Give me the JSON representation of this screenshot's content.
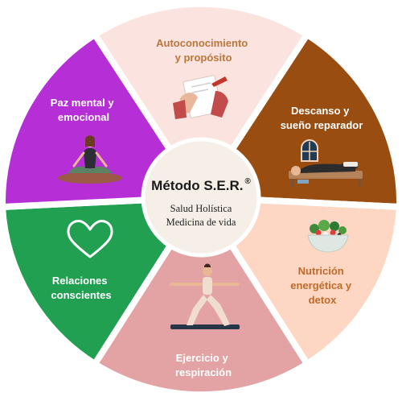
{
  "diagram": {
    "center": {
      "title": "Método S.E.R.",
      "registered": "®",
      "subtitle_line1": "Salud Holística",
      "subtitle_line2": "Medicina de vida"
    },
    "segments": [
      {
        "line1": "Autoconocimiento",
        "line2": "y propósito",
        "color": "#fbe3df",
        "text_color": "#b8773b",
        "icon": "writing-hand-icon"
      },
      {
        "line1": "Descanso y",
        "line2": "sueño reparador",
        "color": "#9a4d10",
        "text_color": "#ffffff",
        "icon": "sleeping-person-icon"
      },
      {
        "line1": "Nutrición",
        "line2": "energética y",
        "line3": "detox",
        "color": "#fdd7c3",
        "text_color": "#bf6a2b",
        "icon": "salad-bowl-icon"
      },
      {
        "line1": "Ejercicio y",
        "line2": "respiración",
        "color": "#e3a3a4",
        "text_color": "#ffffff",
        "icon": "yoga-pose-icon"
      },
      {
        "line1": "Relaciones",
        "line2": "conscientes",
        "color": "#21a052",
        "text_color": "#ffffff",
        "icon": "heart-icon"
      },
      {
        "line1": "Paz mental y",
        "line2": "emocional",
        "color": "#b52ed6",
        "text_color": "#ffffff",
        "icon": "meditation-icon"
      }
    ]
  }
}
